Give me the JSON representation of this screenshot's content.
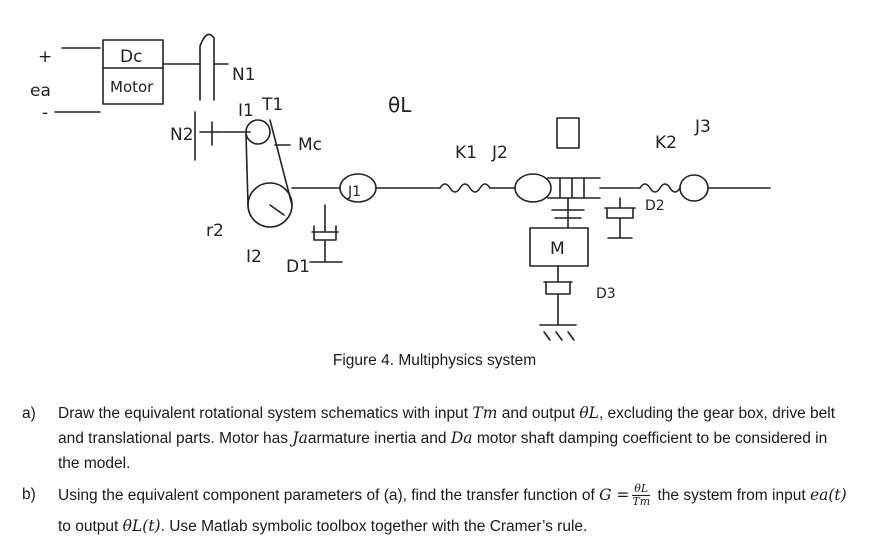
{
  "figure": {
    "labels": {
      "dc": "Dc",
      "motor": "Motor",
      "ea": "ea",
      "plus": "+",
      "minus": "-",
      "n1": "N1",
      "n2": "N2",
      "i1": "I1",
      "t1": "T1",
      "mc": "Mc",
      "r2": "r2",
      "i2": "I2",
      "d1": "D1",
      "thetaL": "θL",
      "k1": "K1",
      "j1": "J1",
      "j2": "J2",
      "k2": "K2",
      "j3": "J3",
      "d2": "D2",
      "m": "M",
      "d3": "D3"
    },
    "caption": "Figure 4. Multiphysics system"
  },
  "questions": {
    "a": {
      "label": "a)",
      "t1": "Draw the equivalent rotational system schematics with input ",
      "Tm": "Tm",
      "t2": " and output ",
      "thL": "θL",
      "t3": ", excluding the gear box, drive belt and translational parts. Motor has ",
      "Ja": "Ja",
      "t4": "armature inertia and ",
      "Da": "Da",
      "t5": " motor shaft damping coefficient to be considered in the model."
    },
    "b": {
      "label": "b)",
      "t1": "Using the equivalent component parameters of (a), find the transfer function of ",
      "G": "G =",
      "num": "θL",
      "den": "Tm",
      "t2": " the system from input ",
      "ea": "ea(t)",
      "t3": " to output ",
      "thL": "θL(t)",
      "t4": ". Use Matlab symbolic toolbox together with the Cramer’s rule."
    }
  }
}
